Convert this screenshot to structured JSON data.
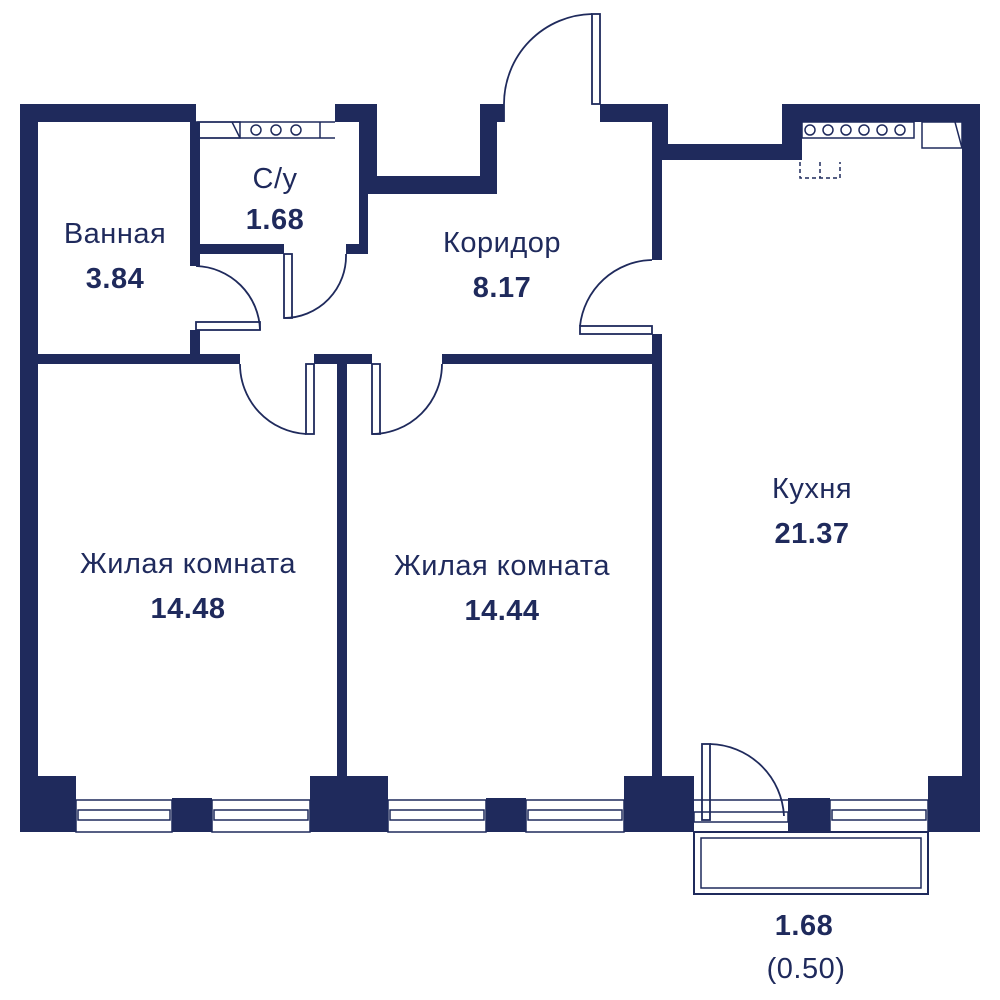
{
  "colors": {
    "wall": "#1f2a5c",
    "background": "#ffffff"
  },
  "rooms": {
    "bathroom": {
      "name": "Ванная",
      "area": "3.84"
    },
    "wc": {
      "name": "С/у",
      "area": "1.68"
    },
    "corridor": {
      "name": "Коридор",
      "area": "8.17"
    },
    "kitchen": {
      "name": "Кухня",
      "area": "21.37"
    },
    "living_left": {
      "name": "Жилая комната",
      "area": "14.48"
    },
    "living_middle": {
      "name": "Жилая комната",
      "area": "14.44"
    }
  },
  "balcony": {
    "area": "1.68",
    "reduced_area": "(0.50)"
  }
}
